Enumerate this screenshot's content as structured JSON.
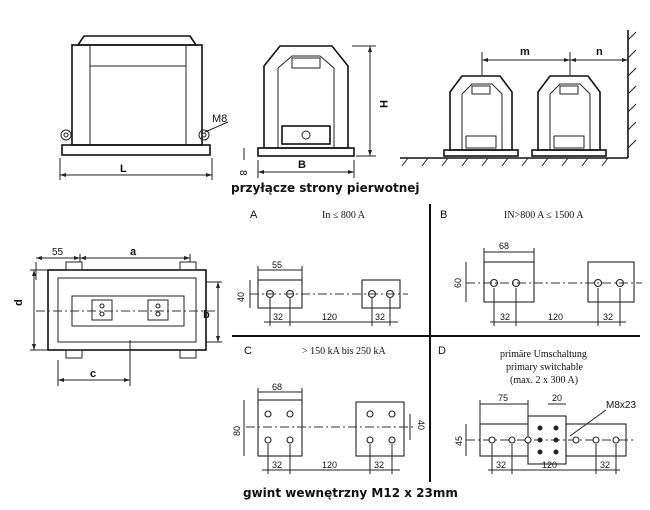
{
  "captions": {
    "primary_connection": "przyłącze strony pierwotnej",
    "internal_thread": "gwint wewnętrzny M12 x 23mm"
  },
  "top_views": {
    "side_view": {
      "length_label": "L",
      "bolt_label": "M8"
    },
    "front_view": {
      "height_label": "H",
      "width_label": "B",
      "base_label": "8"
    },
    "mounting_view": {
      "spacing_m": "m",
      "spacing_n": "n"
    }
  },
  "base_plan": {
    "dim_55": "55",
    "dim_a": "a",
    "dim_d": "d",
    "dim_b": "b",
    "dim_c": "c"
  },
  "panels": {
    "A": {
      "letter": "A",
      "condition": "In ≤ 800 A",
      "dims": {
        "width": "55",
        "height": "40",
        "left_offset": "32",
        "spacing": "120",
        "right_offset": "32"
      }
    },
    "B": {
      "letter": "B",
      "condition": "IN>800 A  ≤ 1500 A",
      "dims": {
        "width": "68",
        "height": "60",
        "left_offset": "32",
        "spacing": "120",
        "right_offset": "32"
      }
    },
    "C": {
      "letter": "C",
      "condition": "> 150 kA bis 250 kA",
      "dims": {
        "width": "68",
        "height": "80",
        "side": "40",
        "left_offset": "32",
        "spacing": "120",
        "right_offset": "32"
      }
    },
    "D": {
      "letter": "D",
      "condition_lines": [
        "primäre Umschaltung",
        "primary switchable",
        "(max. 2 x 300 A)"
      ],
      "dims": {
        "width": "75",
        "mid_width": "20",
        "thread": "M8x23",
        "height": "45",
        "left_offset": "32",
        "spacing": "120",
        "right_offset": "32"
      }
    }
  }
}
